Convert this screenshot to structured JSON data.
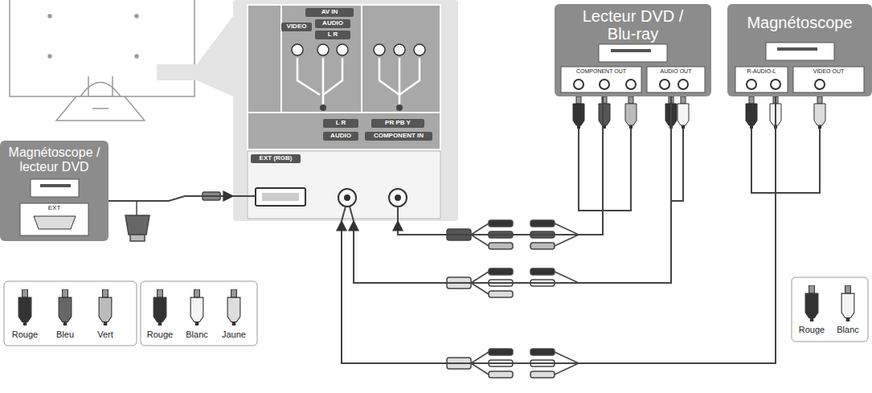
{
  "diagram": {
    "nodes": [
      {
        "text": [
          "Magnétoscope / lecteur DVD",
          "EXT"
        ]
      },
      {
        "text": [
          "AV IN",
          "VIDEO",
          "AUDIO",
          "L R",
          "L R",
          "AUDIO",
          "PR PB Y",
          "COMPONENT IN",
          "EXT (RGB)"
        ]
      },
      {
        "text": [
          "Lecteur DVD / Blu-ray",
          "COMPONENT OUT",
          "AUDIO OUT"
        ]
      },
      {
        "text": [
          "Magnétoscope",
          "R-AUDIO-L",
          "VIDEO OUT"
        ]
      }
    ],
    "edges": [
      {
        "from": 0,
        "to": 1,
        "arrow": "to"
      },
      {
        "from": 2,
        "to": 1,
        "arrow": "to"
      },
      {
        "from": 2,
        "to": 1,
        "arrow": "to"
      },
      {
        "from": 3,
        "to": 1,
        "arrow": "to"
      }
    ],
    "labels": [
      "Rouge",
      "Bleu",
      "Vert",
      "Rouge",
      "Blanc",
      "Jaune",
      "Rouge",
      "Blanc"
    ]
  }
}
